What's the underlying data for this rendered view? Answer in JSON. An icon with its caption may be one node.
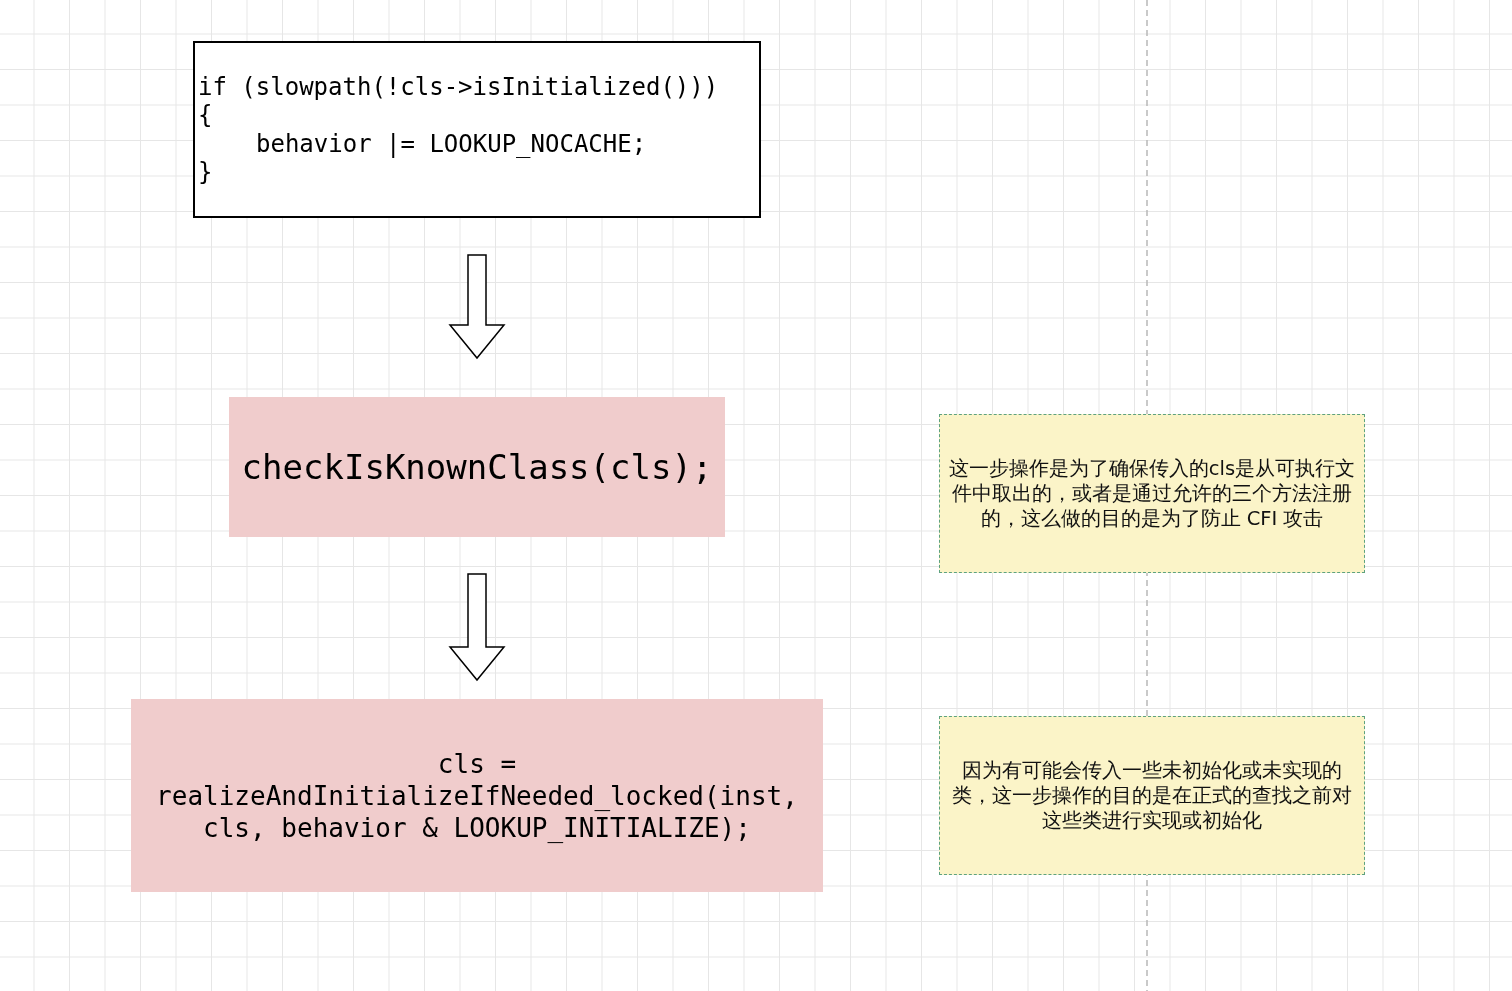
{
  "diagram": {
    "nodes": [
      {
        "text": [
          "if (slowpath(!cls->isInitialized()))",
          "{",
          "behavior |= LOOKUP_NOCACHE;",
          "}"
        ]
      },
      {
        "text": [
          "checkIsKnownClass(cls);"
        ]
      },
      {
        "text": [
          "cls = realizeAndInitializeIfNeeded_locked(inst, cls, behavior & LOOKUP_INITIALIZE);"
        ]
      },
      {
        "text": [
          "这一步操作是为了确保传入的cls是从可执行文件中取出的，或者是通过允许的三个方法注册的，这么做的目的是为了防止 CFI 攻击"
        ]
      },
      {
        "text": [
          "因为有可能会传入一些未初始化或未实现的类，这一步操作的目的是在正式的查找之前对这些类进行实现或初始化"
        ]
      }
    ],
    "edges": [
      {
        "from": 0,
        "to": 1,
        "arrow": "to"
      },
      {
        "from": 1,
        "to": 2,
        "arrow": "to"
      }
    ]
  }
}
